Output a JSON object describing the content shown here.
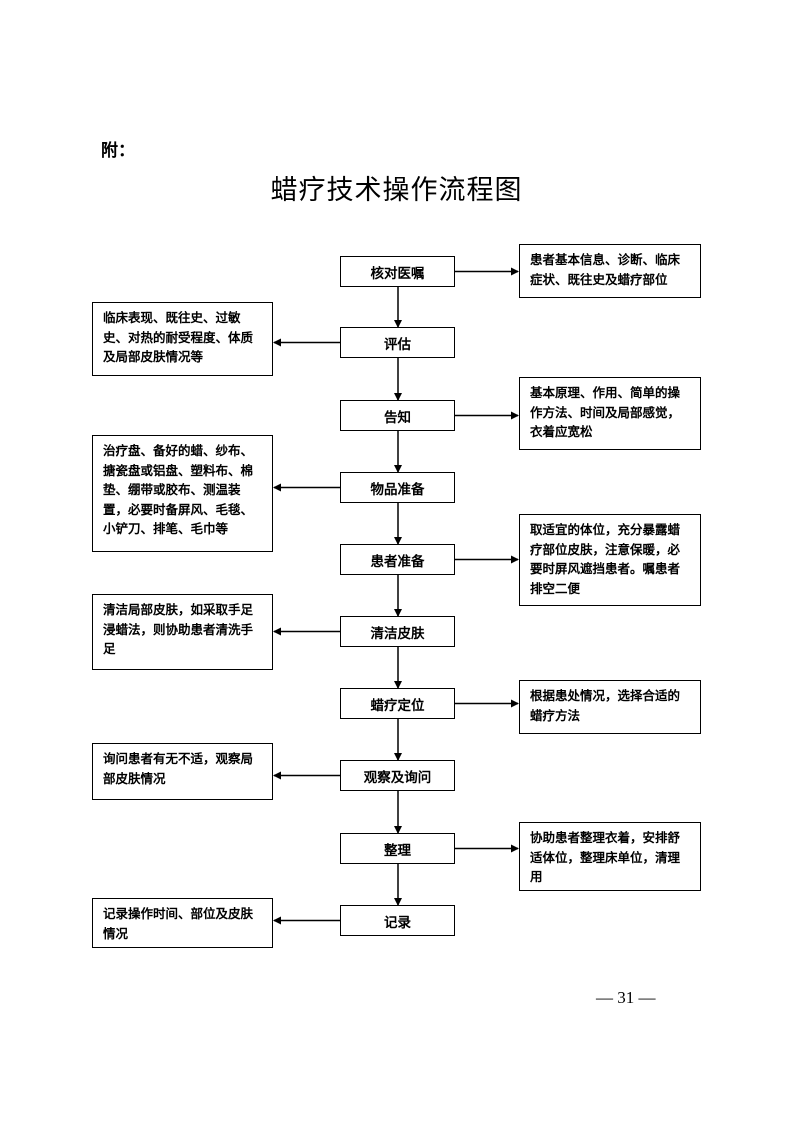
{
  "attachment_label": "附：",
  "title": "蜡疗技术操作流程图",
  "steps": [
    {
      "label": "核对医嘱",
      "note": "患者基本信息、诊断、临床症状、既往史及蜡疗部位",
      "note_side": "right"
    },
    {
      "label": "评估",
      "note": "临床表现、既往史、过敏史、对热的耐受程度、体质及局部皮肤情况等",
      "note_side": "left"
    },
    {
      "label": "告知",
      "note": "基本原理、作用、简单的操作方法、时间及局部感觉，衣着应宽松",
      "note_side": "right"
    },
    {
      "label": "物品准备",
      "note": "治疗盘、备好的蜡、纱布、搪瓷盘或铝盘、塑料布、棉垫、绷带或胶布、测温装置，必要时备屏风、毛毯、小铲刀、排笔、毛巾等",
      "note_side": "left"
    },
    {
      "label": "患者准备",
      "note": "取适宜的体位，充分暴露蜡疗部位皮肤，注意保暖，必要时屏风遮挡患者。嘱患者排空二便",
      "note_side": "right"
    },
    {
      "label": "清洁皮肤",
      "note": "清洁局部皮肤，如采取手足浸蜡法，则协助患者清洗手足",
      "note_side": "left"
    },
    {
      "label": "蜡疗定位",
      "note": "根据患处情况，选择合适的蜡疗方法",
      "note_side": "right"
    },
    {
      "label": "观察及询问",
      "note": "询问患者有无不适，观察局部皮肤情况",
      "note_side": "left"
    },
    {
      "label": "整理",
      "note": "协助患者整理衣着，安排舒适体位，整理床单位，清理用",
      "note_side": "right"
    },
    {
      "label": "记录",
      "note": "记录操作时间、部位及皮肤情况",
      "note_side": "left"
    }
  ],
  "page_number": "— 31 —"
}
